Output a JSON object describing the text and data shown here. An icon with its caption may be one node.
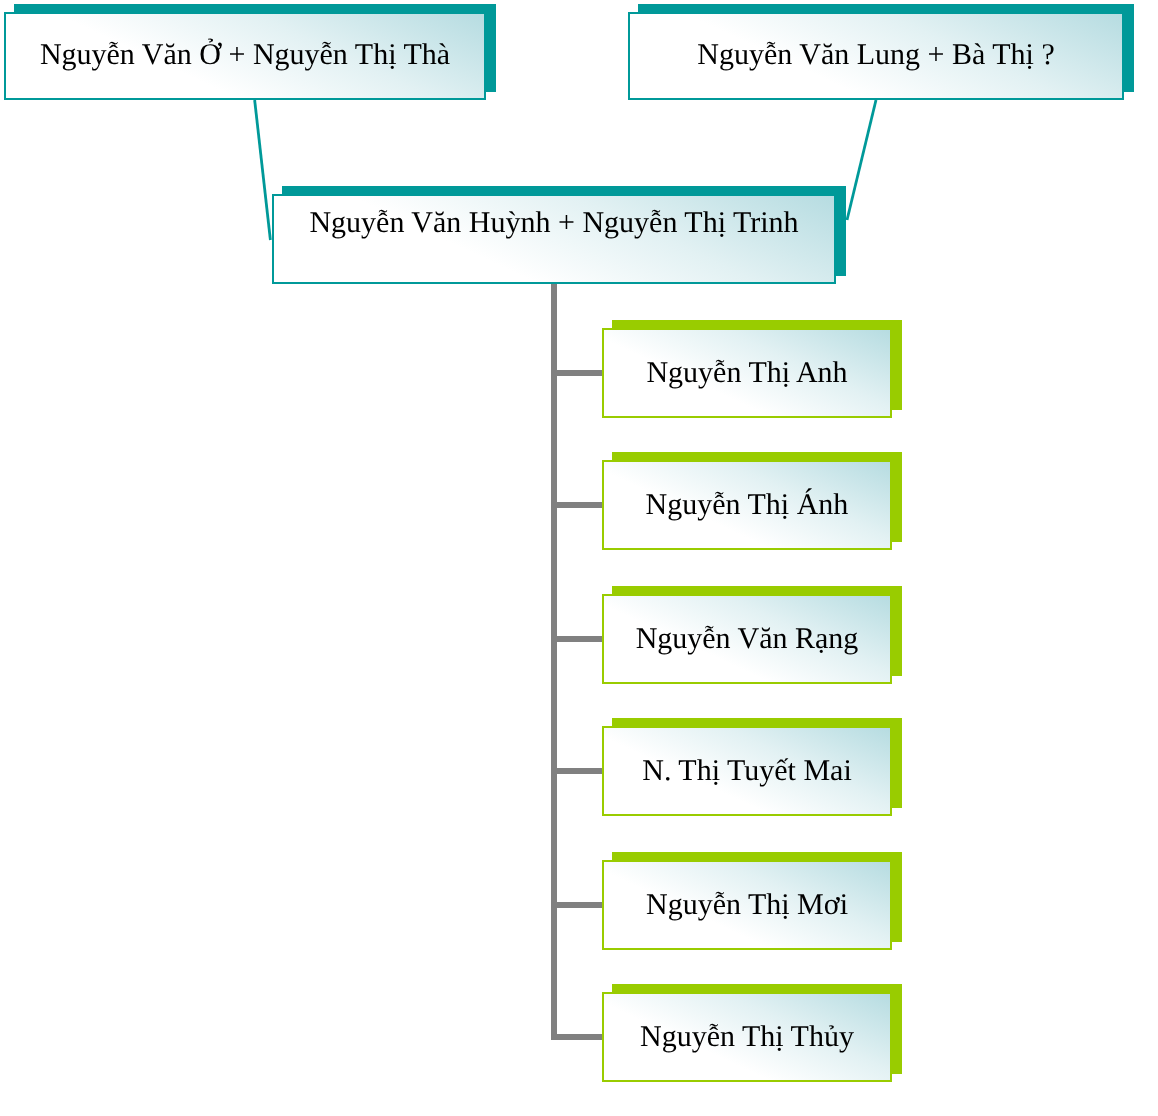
{
  "diagram": {
    "nodes": [
      {
        "text": [
          "Nguyễn Văn Ở + Nguyễn Thị Thà"
        ]
      },
      {
        "text": [
          "Nguyễn Văn Lung + Bà Thị ?"
        ]
      },
      {
        "text": [
          "Nguyễn Văn Huỳnh + Nguyễn Thị Trinh"
        ]
      },
      {
        "text": [
          "Nguyễn Thị Anh"
        ]
      },
      {
        "text": [
          "Nguyễn Thị Ánh"
        ]
      },
      {
        "text": [
          "Nguyễn Văn Rạng"
        ]
      },
      {
        "text": [
          "N. Thị Tuyết Mai"
        ]
      },
      {
        "text": [
          "Nguyễn Thị Mơi"
        ]
      },
      {
        "text": [
          "Nguyễn Thị Thủy"
        ]
      }
    ],
    "edges": [
      {
        "from": 0,
        "to": 2,
        "arrow": "none",
        "color": "#009999"
      },
      {
        "from": 1,
        "to": 2,
        "arrow": "none",
        "color": "#009999"
      },
      {
        "from": 2,
        "to": 3,
        "arrow": "none"
      },
      {
        "from": 2,
        "to": 4,
        "arrow": "none"
      },
      {
        "from": 2,
        "to": 5,
        "arrow": "none"
      },
      {
        "from": 2,
        "to": 6,
        "arrow": "none"
      },
      {
        "from": 2,
        "to": 7,
        "arrow": "none"
      },
      {
        "from": 2,
        "to": 8,
        "arrow": "none"
      }
    ]
  }
}
